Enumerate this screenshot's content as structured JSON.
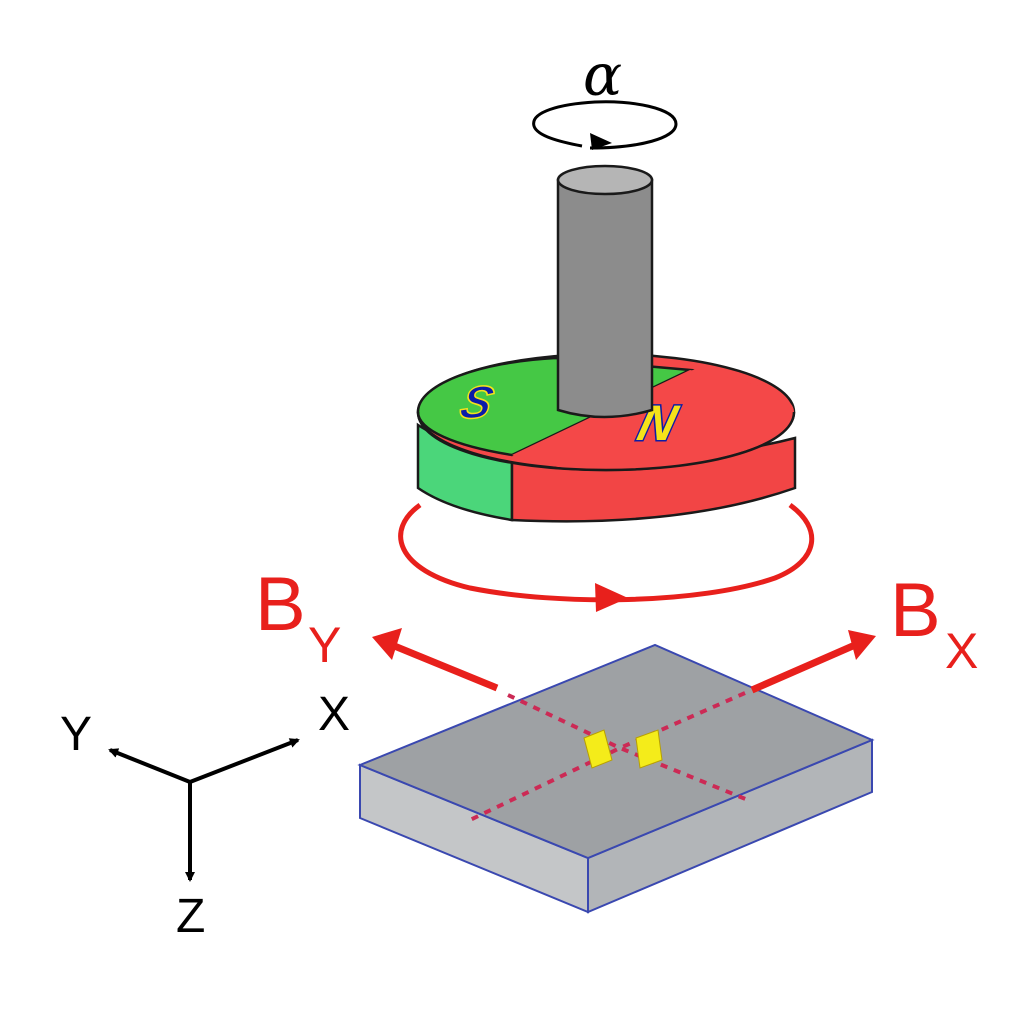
{
  "labels": {
    "rotation_angle": "α",
    "magnet_south": "S",
    "magnet_north": "N",
    "field_y_main": "B",
    "field_y_sub": "Y",
    "field_x_main": "B",
    "field_x_sub": "X",
    "axis_x": "X",
    "axis_y": "Y",
    "axis_z": "Z"
  },
  "colors": {
    "north": "#f44848",
    "north_side": "#f24545",
    "south": "#45c845",
    "south_side": "#4bd67a",
    "shaft": "#8c8c8c",
    "shaft_top": "#b5b5b5",
    "field": "#e8201c",
    "letters": "#0c1ca8",
    "letters_fill": "#f5e21a",
    "chip_top": "#9ea1a4",
    "chip_side": "#c4c6c8",
    "chip_edge": "#3a48b0",
    "sensor": "#f4ec1a",
    "dotted": "#cc2a55"
  },
  "icons": {
    "rotation": "circular-arrow-icon",
    "field_arrow": "arrow-icon"
  }
}
